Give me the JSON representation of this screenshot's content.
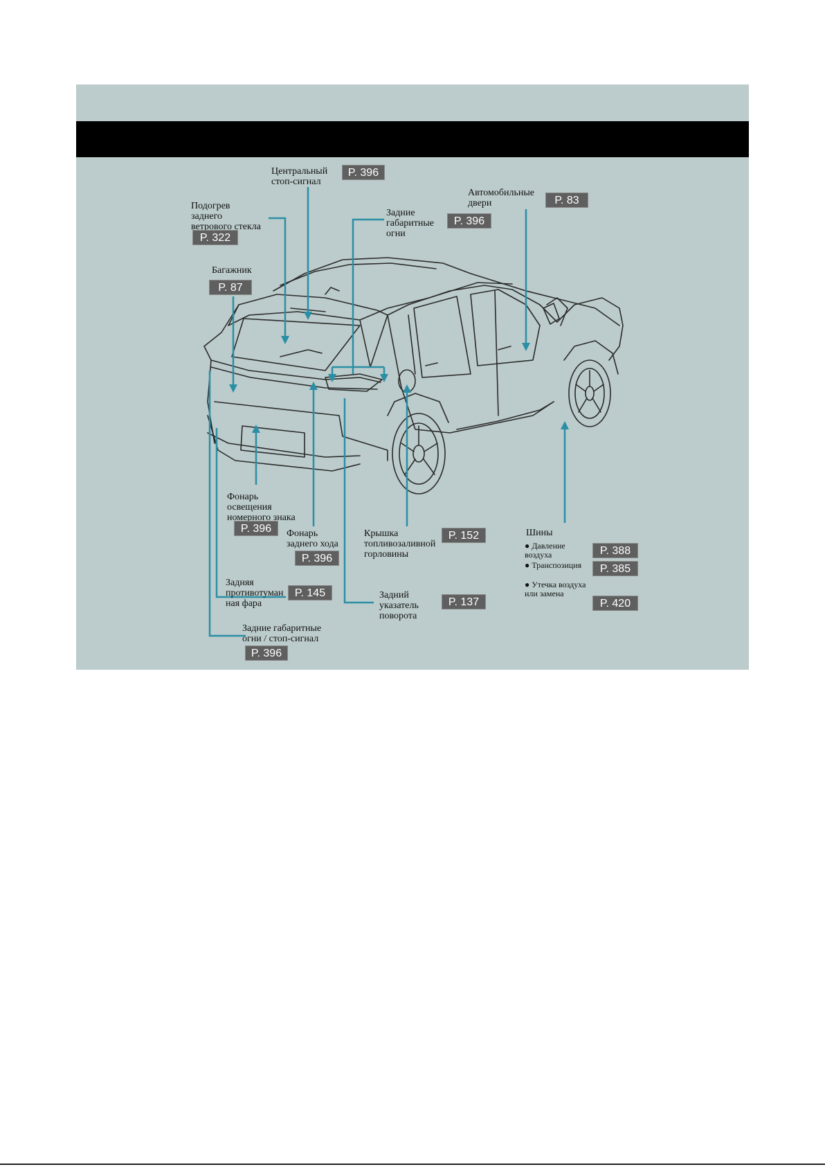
{
  "header": {
    "band_text": ""
  },
  "colors": {
    "panel": "#bccbcb",
    "callout_line": "#2a8fa6",
    "ref_box": "#5f5f5f",
    "band": "#000000"
  },
  "callouts": {
    "central_brake": {
      "label": "Центральный\nстоп-сигнал",
      "ref": "P. 396"
    },
    "rear_defrost": {
      "label": "Подогрев\nзаднего\nветрового стекла",
      "ref": "P. 322"
    },
    "rear_side_lights_top": {
      "label": "Задние\nгабаритные\nогни",
      "ref": "P. 396"
    },
    "doors": {
      "label": "Автомобильные\nдвери",
      "ref": "P. 83"
    },
    "trunk": {
      "label": "Багажник",
      "ref": "P. 87"
    },
    "plate_light": {
      "label": "Фонарь\nосвещения\nномерного знака",
      "ref": "P. 396"
    },
    "reverse_light": {
      "label": "Фонарь\nзаднего хода",
      "ref": "P. 396"
    },
    "fuel_cap": {
      "label": "Крышка\nтопливозаливной\nгорловины",
      "ref": "P. 152"
    },
    "tires": {
      "label": "Шины",
      "pressure": {
        "label": "● Давление\nвоздуха",
        "ref": "P. 388"
      },
      "rotation": {
        "label": "● Транспозиция",
        "ref": "P. 385"
      },
      "leak": {
        "label": "● Утечка воздуха\nили замена",
        "ref": "P. 420"
      }
    },
    "rear_fog": {
      "label": "Задняя\nпротивотуман\nная фара",
      "ref": "P. 145"
    },
    "turn_signal": {
      "label": "Задний\nуказатель\nповорота",
      "ref": "P. 137"
    },
    "rear_lights_brake": {
      "label": "Задние габаритные\nогни / стоп-сигнал",
      "ref": "P. 396"
    }
  }
}
